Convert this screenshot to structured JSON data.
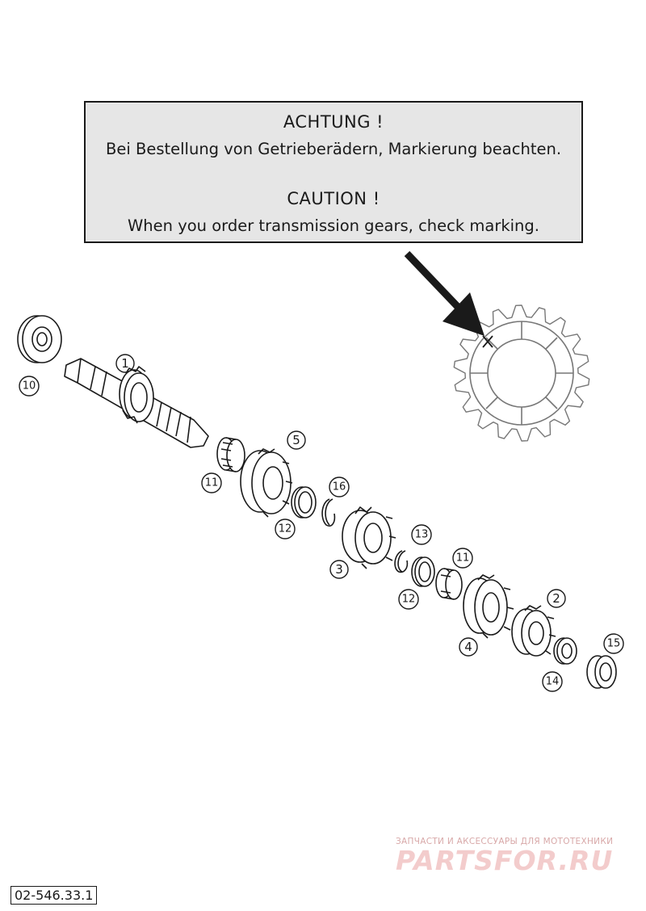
{
  "note": {
    "heading_de": "ACHTUNG !",
    "text_de": "Bei Bestellung von Getrieberädern, Markierung beachten.",
    "heading_en": "CAUTION !",
    "text_en": "When you order transmission gears, check marking."
  },
  "callouts": [
    "1",
    "2",
    "3",
    "4",
    "5",
    "10",
    "11",
    "12",
    "13",
    "14",
    "15",
    "16"
  ],
  "watermark": {
    "tagline": "ЗАПЧАСТИ И АКСЕССУАРЫ ДЛЯ МОТОТЕХНИКИ",
    "brand": "PARTSFOR.RU"
  },
  "document_code": "02-546.33.1"
}
